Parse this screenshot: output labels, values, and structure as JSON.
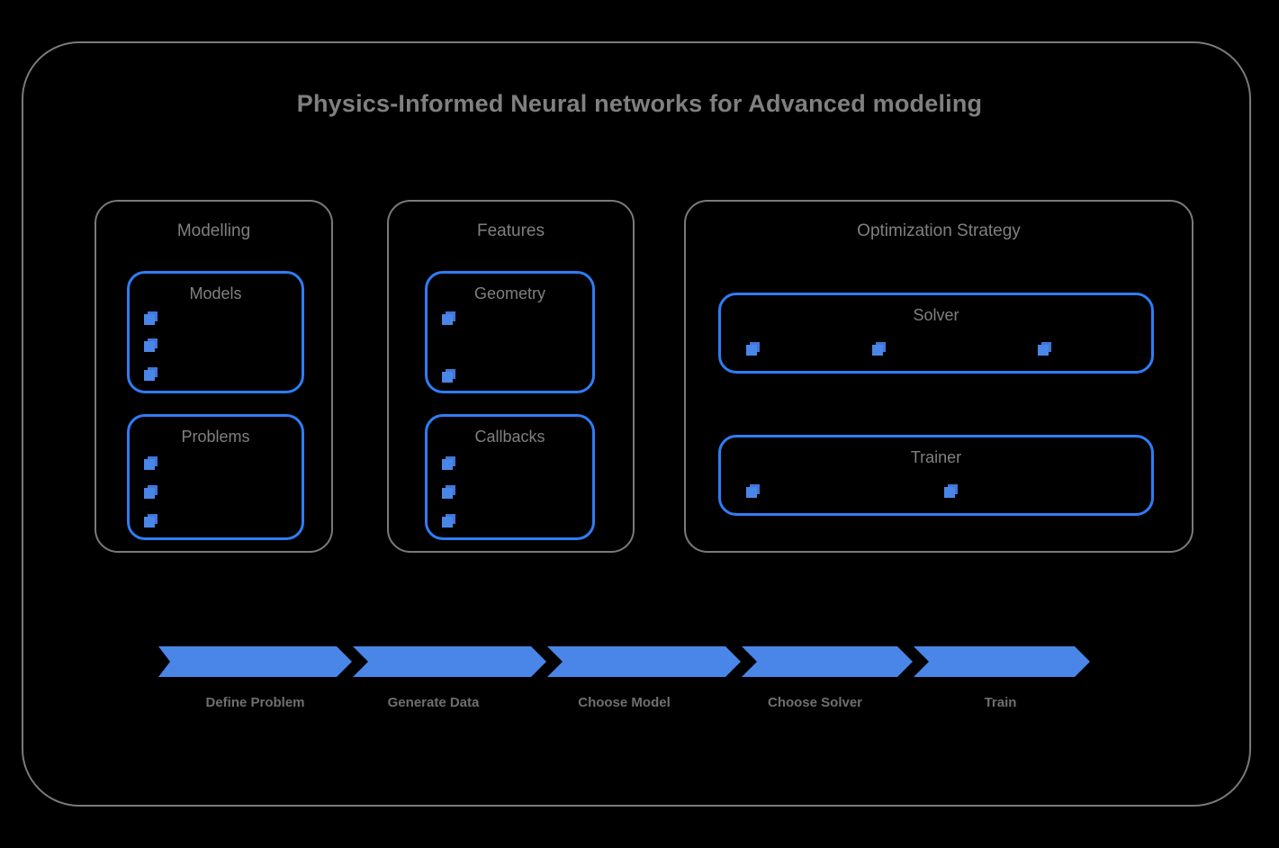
{
  "diagram": {
    "title": "Physics-Informed Neural networks for Advanced modeling",
    "colors": {
      "background": "#000000",
      "frame_border": "#7a7a7a",
      "group_border": "#7a7a7a",
      "sub_border": "#2f7df4",
      "accent_blue": "#4a86e8",
      "title_text": "#808080",
      "label_text": "#6f6f6f"
    }
  },
  "groups": [
    {
      "id": "modelling",
      "title": "Modelling",
      "subgroups": [
        {
          "id": "models",
          "title": "Models",
          "item_count": 3,
          "item_icon": "cube-icon"
        },
        {
          "id": "problems",
          "title": "Problems",
          "item_count": 3,
          "item_icon": "cube-icon"
        }
      ]
    },
    {
      "id": "features",
      "title": "Features",
      "subgroups": [
        {
          "id": "geometry",
          "title": "Geometry",
          "item_count": 2,
          "item_icon": "cube-icon"
        },
        {
          "id": "callbacks",
          "title": "Callbacks",
          "item_count": 3,
          "item_icon": "cube-icon"
        }
      ]
    },
    {
      "id": "optimization",
      "title": "Optimization Strategy",
      "subgroups": [
        {
          "id": "solver",
          "title": "Solver",
          "item_count": 3,
          "item_icon": "cube-icon"
        },
        {
          "id": "trainer",
          "title": "Trainer",
          "item_count": 2,
          "item_icon": "cube-icon"
        }
      ]
    }
  ],
  "pipeline": {
    "steps": [
      {
        "label": "Define Problem"
      },
      {
        "label": "Generate Data"
      },
      {
        "label": "Choose Model"
      },
      {
        "label": "Choose Solver"
      },
      {
        "label": "Train"
      }
    ]
  }
}
